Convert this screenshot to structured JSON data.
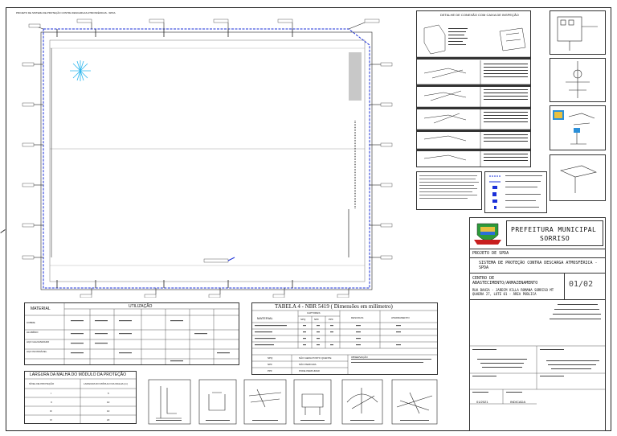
{
  "sheet": {
    "header_note": "PROJETO DE SISTEMA DE PROTEÇÃO CONTRA DESCARGAS ATMOSFÉRICAS - SPDA"
  },
  "utilizacao_table": {
    "title": "UTILIZAÇÃO",
    "material_header": "MATERIAL",
    "rows": [
      "COBRE",
      "ALUMÍNIO",
      "AÇO GALVANIZADO",
      "AÇO INOXIDÁVEL"
    ]
  },
  "nbr_table": {
    "title": "TABELA 4 - NBR 5419 ( Dimensões em milímetro)",
    "material_header": "MATERIAL",
    "captores_header": "CAPTORES",
    "descidas_header": "DESCIDAS",
    "aterramento_header": "ATERRAMENTO",
    "subheaders": [
      "SPQ",
      "NPF",
      "PPF"
    ],
    "observacao_header": "OBSERVAÇÃO",
    "legend": [
      {
        "code": "SPQ",
        "text": "NÃO GERA PONTO QUENTE"
      },
      {
        "code": "NPF",
        "text": "NÃO PERFURA"
      },
      {
        "code": "PPF",
        "text": "PODE PERFURAR"
      }
    ]
  },
  "malha_table": {
    "title": "LARGURA DA MALHA DO MÓDULO DA PROTEÇÃO",
    "col1": "NÍVEL DE PROTEÇÃO",
    "col2": "LARGURA DO MÓDULO DA MALHA (m)",
    "rows": [
      {
        "nivel": "I",
        "largura": "5"
      },
      {
        "nivel": "II",
        "largura": "10"
      },
      {
        "nivel": "III",
        "largura": "10"
      },
      {
        "nivel": "IV",
        "largura": "20"
      }
    ]
  },
  "detail_box": {
    "title": "DETALHE DE CONEXÃO COM CAIXA DE INSPEÇÃO"
  },
  "title_block": {
    "org": "PREFEITURA MUNICIPAL",
    "city": "SORRISO",
    "project_label": "PROJETO DE SPDA",
    "system": "SISTEMA DE PROTEÇÃO CONTRA DESCARGA ATMOSFÉRICA - SPDA",
    "building": "CENTRO DE ABASTECIMENTO/ARMAZENAMENTO",
    "address": "RUA BAHIA - JARDIM VILLA ROMANA SORRISO MT QUADRA 27, LOTE 01 - ÁREA PÚBLICA",
    "sheet": "01/02",
    "date": "01/2021",
    "scale": "INDICADA"
  },
  "colors": {
    "boundary": "#1a2fd8",
    "star": "#2ab6ee",
    "line": "#222222",
    "shade": "#9a9a9a"
  }
}
